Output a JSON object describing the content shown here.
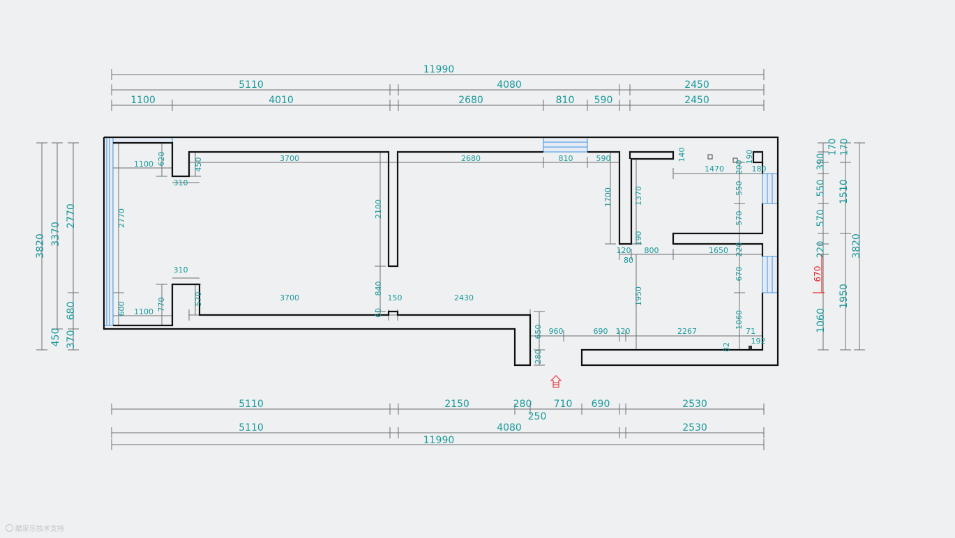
{
  "plan": {
    "top_dims": [
      "11990",
      "5110",
      "4080",
      "2450",
      "1100",
      "4010",
      "2680",
      "810",
      "590",
      "2450"
    ],
    "bottom_dims": [
      "5110",
      "2150",
      "280",
      "710",
      "690",
      "2530",
      "250",
      "5110",
      "4080",
      "2530",
      "11990"
    ],
    "left_dims": [
      "3820",
      "3370",
      "2770",
      "680",
      "450",
      "370"
    ],
    "right_dims": [
      "170",
      "170",
      "390",
      "550",
      "1510",
      "570",
      "220",
      "3820",
      "1060",
      "1950"
    ],
    "highlight_dim": "670",
    "interior_dims": [
      "1100",
      "620",
      "450",
      "310",
      "3700",
      "2680",
      "810",
      "590",
      "2770",
      "2100",
      "310",
      "3700",
      "570",
      "770",
      "1100",
      "600",
      "840",
      "60",
      "150",
      "2430",
      "140",
      "1470",
      "200",
      "190",
      "180",
      "1700",
      "1370",
      "550",
      "570",
      "190",
      "120",
      "80",
      "800",
      "1650",
      "220",
      "670",
      "1950",
      "1060",
      "650",
      "280",
      "960",
      "690",
      "120",
      "2267",
      "71",
      "192",
      "82"
    ],
    "entrance_icon": "entrance-arrow-icon",
    "colors": {
      "dimension_text": "#19999a",
      "wall": "#111111",
      "window": "#3b8fe0",
      "highlight": "#e8262b"
    }
  },
  "footer": {
    "text": "酷家乐技术支持"
  }
}
